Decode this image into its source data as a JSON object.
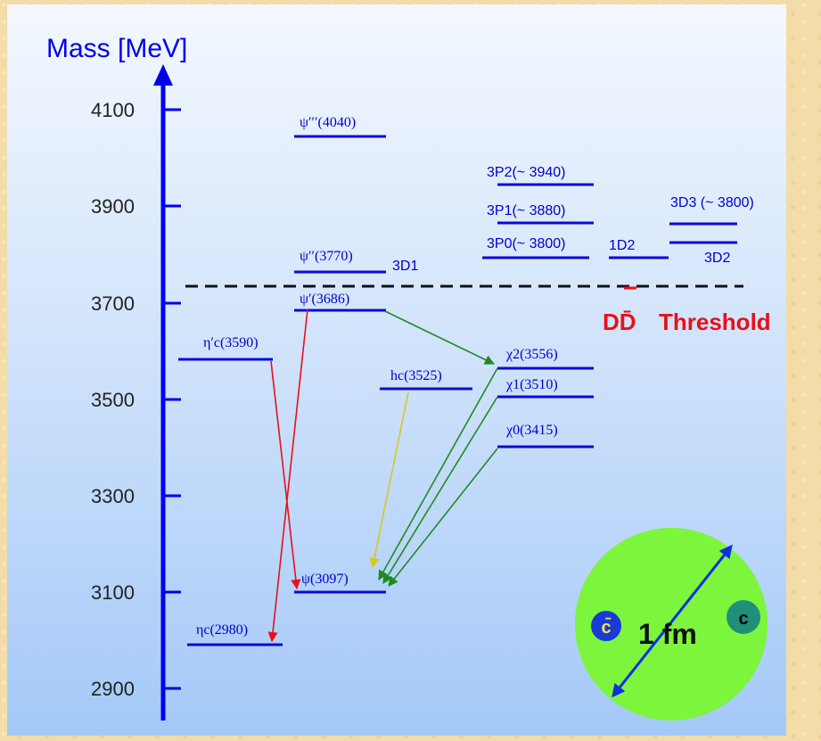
{
  "axis": {
    "title": "Mass [MeV]",
    "ticks": [
      "4100",
      "3900",
      "3700",
      "3500",
      "3300",
      "3100",
      "2900"
    ]
  },
  "levels": [
    {
      "name": "psi3",
      "label": "ψ′′′(4040)"
    },
    {
      "name": "psi2",
      "label": "ψ′′(3770)",
      "extra": "3D1"
    },
    {
      "name": "psi1",
      "label": "ψ′(3686)"
    },
    {
      "name": "etac1",
      "label": "η′c(3590)"
    },
    {
      "name": "hc",
      "label": "hc(3525)"
    },
    {
      "name": "chi2",
      "label": "χ2(3556)"
    },
    {
      "name": "chi1",
      "label": "χ1(3510)"
    },
    {
      "name": "chi0",
      "label": "χ0(3415)"
    },
    {
      "name": "jpsi",
      "label": "ψ(3097)"
    },
    {
      "name": "etac",
      "label": "ηc(2980)"
    },
    {
      "name": "3P2",
      "label": "3P2(~ 3940)"
    },
    {
      "name": "3P1",
      "label": "3P1(~ 3880)"
    },
    {
      "name": "3P0",
      "label": "3P0(~ 3800)"
    },
    {
      "name": "1D2",
      "label": "1D2"
    },
    {
      "name": "3D3",
      "label": "3D3 (~ 3800)"
    },
    {
      "name": "3D2",
      "label": "3D2"
    }
  ],
  "threshold": {
    "label_main": "DD̄",
    "label_word": "Threshold",
    "color": "#e8101a"
  },
  "inset": {
    "size_label": "1 fm",
    "quark": "c",
    "antiquark": "c̄",
    "circle_color": "#7cf53c"
  },
  "colors": {
    "axis": "#0000ee",
    "red": "#e8101a",
    "green": "#1f8a1f",
    "yellow": "#d8c81a",
    "level": "#0a0ad8"
  }
}
